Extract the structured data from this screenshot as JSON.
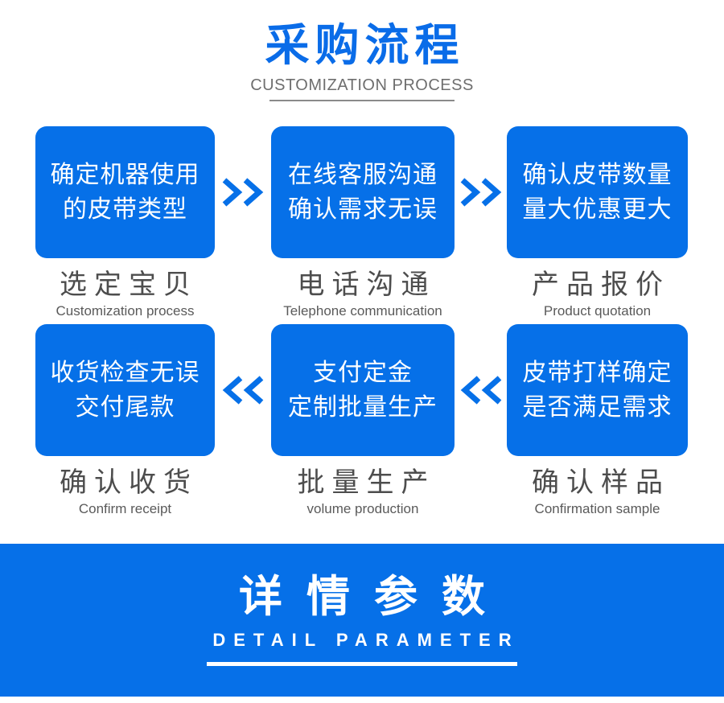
{
  "header": {
    "title": "采购流程",
    "subtitle": "CUSTOMIZATION PROCESS"
  },
  "steps": [
    {
      "box_line1": "确定机器使用",
      "box_line2": "的皮带类型",
      "label": "选定宝贝",
      "label_en": "Customization process"
    },
    {
      "box_line1": "在线客服沟通",
      "box_line2": "确认需求无误",
      "label": "电话沟通",
      "label_en": "Telephone communication"
    },
    {
      "box_line1": "确认皮带数量",
      "box_line2": "量大优惠更大",
      "label": "产品报价",
      "label_en": "Product quotation"
    },
    {
      "box_line1": "收货检查无误",
      "box_line2": "交付尾款",
      "label": "确认收货",
      "label_en": "Confirm receipt"
    },
    {
      "box_line1": "支付定金",
      "box_line2": "定制批量生产",
      "label": "批量生产",
      "label_en": "volume production"
    },
    {
      "box_line1": "皮带打样确定",
      "box_line2": "是否满足需求",
      "label": "确认样品",
      "label_en": "Confirmation sample"
    }
  ],
  "banner": {
    "title": "详情参数",
    "subtitle": "DETAIL PARAMETER"
  },
  "colors": {
    "primary_blue": "#0670e8",
    "title_blue": "#0a6ce8",
    "step_label_gray": "#4d4d4d",
    "step_sub_gray": "#5a5a5a",
    "header_subtitle_gray": "#6e6e6e",
    "box_text_white": "#ffffff"
  }
}
